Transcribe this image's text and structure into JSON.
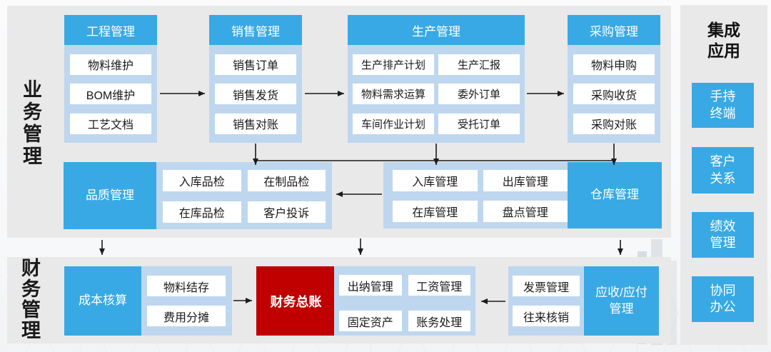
{
  "sections": {
    "business": {
      "label": "业务管理"
    },
    "finance": {
      "label": "财务管理"
    }
  },
  "top_columns": [
    {
      "header": "工程管理",
      "items": [
        "物料维护",
        "BOM维护",
        "工艺文档"
      ]
    },
    {
      "header": "销售管理",
      "items": [
        "销售订单",
        "销售发货",
        "销售对账"
      ]
    },
    {
      "header": "生产管理",
      "items": [
        "生产排产计划",
        "生产汇报",
        "物料需求运算",
        "委外订单",
        "车间作业计划",
        "受托订单"
      ]
    },
    {
      "header": "采购管理",
      "items": [
        "物料申购",
        "采购收货",
        "采购对账"
      ]
    }
  ],
  "middle_row": {
    "quality": {
      "label": "品质管理",
      "items": [
        "入库品检",
        "在制品检",
        "在库品检",
        "客户投诉"
      ]
    },
    "warehouse": {
      "label": "仓库管理",
      "items": [
        "入库管理",
        "出库管理",
        "在库管理",
        "盘点管理"
      ]
    }
  },
  "finance_row": {
    "cost": {
      "label": "成本核算",
      "items": [
        "物料结存",
        "费用分摊"
      ]
    },
    "general_ledger": {
      "label": "财务总账",
      "items": [
        "出纳管理",
        "工资管理",
        "固定资产",
        "账务处理"
      ]
    },
    "receivable_payable": {
      "label_lines": [
        "应收/应付",
        "管理"
      ],
      "items": [
        "发票管理",
        "往来核销"
      ]
    }
  },
  "sidebar": {
    "title_lines": [
      "集成",
      "应用"
    ],
    "items": [
      {
        "lines": [
          "手持",
          "终端"
        ]
      },
      {
        "lines": [
          "客户",
          "关系"
        ]
      },
      {
        "lines": [
          "绩效",
          "管理"
        ]
      },
      {
        "lines": [
          "协同",
          "办公"
        ]
      }
    ]
  },
  "colors": {
    "accent_blue": "#38A9E4",
    "container_light_blue": "#BED7EF",
    "ledger_red": "#C00000",
    "panel_gray": "#E9E9EA",
    "arrow_black": "#1B1B1B"
  }
}
